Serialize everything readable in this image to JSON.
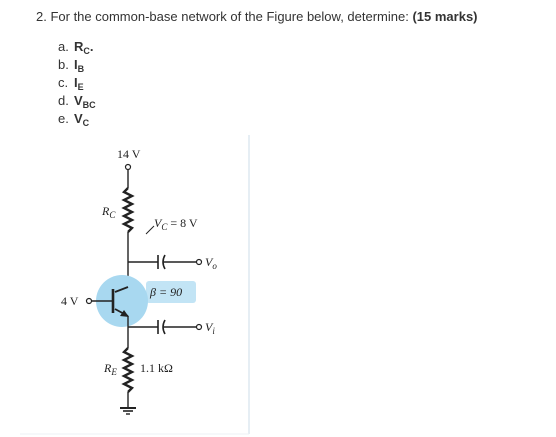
{
  "question": {
    "text": "2. For the common-base network of the Figure below, determine: ",
    "marks": "(15 marks)"
  },
  "parts": [
    {
      "label": "a.",
      "var": "R",
      "sub": "C",
      "suffix": "."
    },
    {
      "label": "b.",
      "var": "I",
      "sub": "B",
      "suffix": ""
    },
    {
      "label": "c.",
      "var": "I",
      "sub": "E",
      "suffix": ""
    },
    {
      "label": "d.",
      "var": "V",
      "sub": "BC",
      "suffix": ""
    },
    {
      "label": "e.",
      "var": "V",
      "sub": "C",
      "suffix": ""
    }
  ],
  "circuit": {
    "supply": "14 V",
    "rc_label": "R",
    "rc_sub": "C",
    "vc_label": "V",
    "vc_sub": "C",
    "vc_value": " = 8 V",
    "vo_label": "V",
    "vo_sub": "o",
    "beta": "β = 90",
    "base_voltage": "4 V",
    "vi_label": "V",
    "vi_sub": "i",
    "re_label": "R",
    "re_sub": "E",
    "re_value": "1.1 kΩ",
    "colors": {
      "transistor_fill": "#a8d8f0",
      "beta_box": "#c2e4f5",
      "wire": "#222222",
      "frame_line": "#e6eef4"
    }
  }
}
